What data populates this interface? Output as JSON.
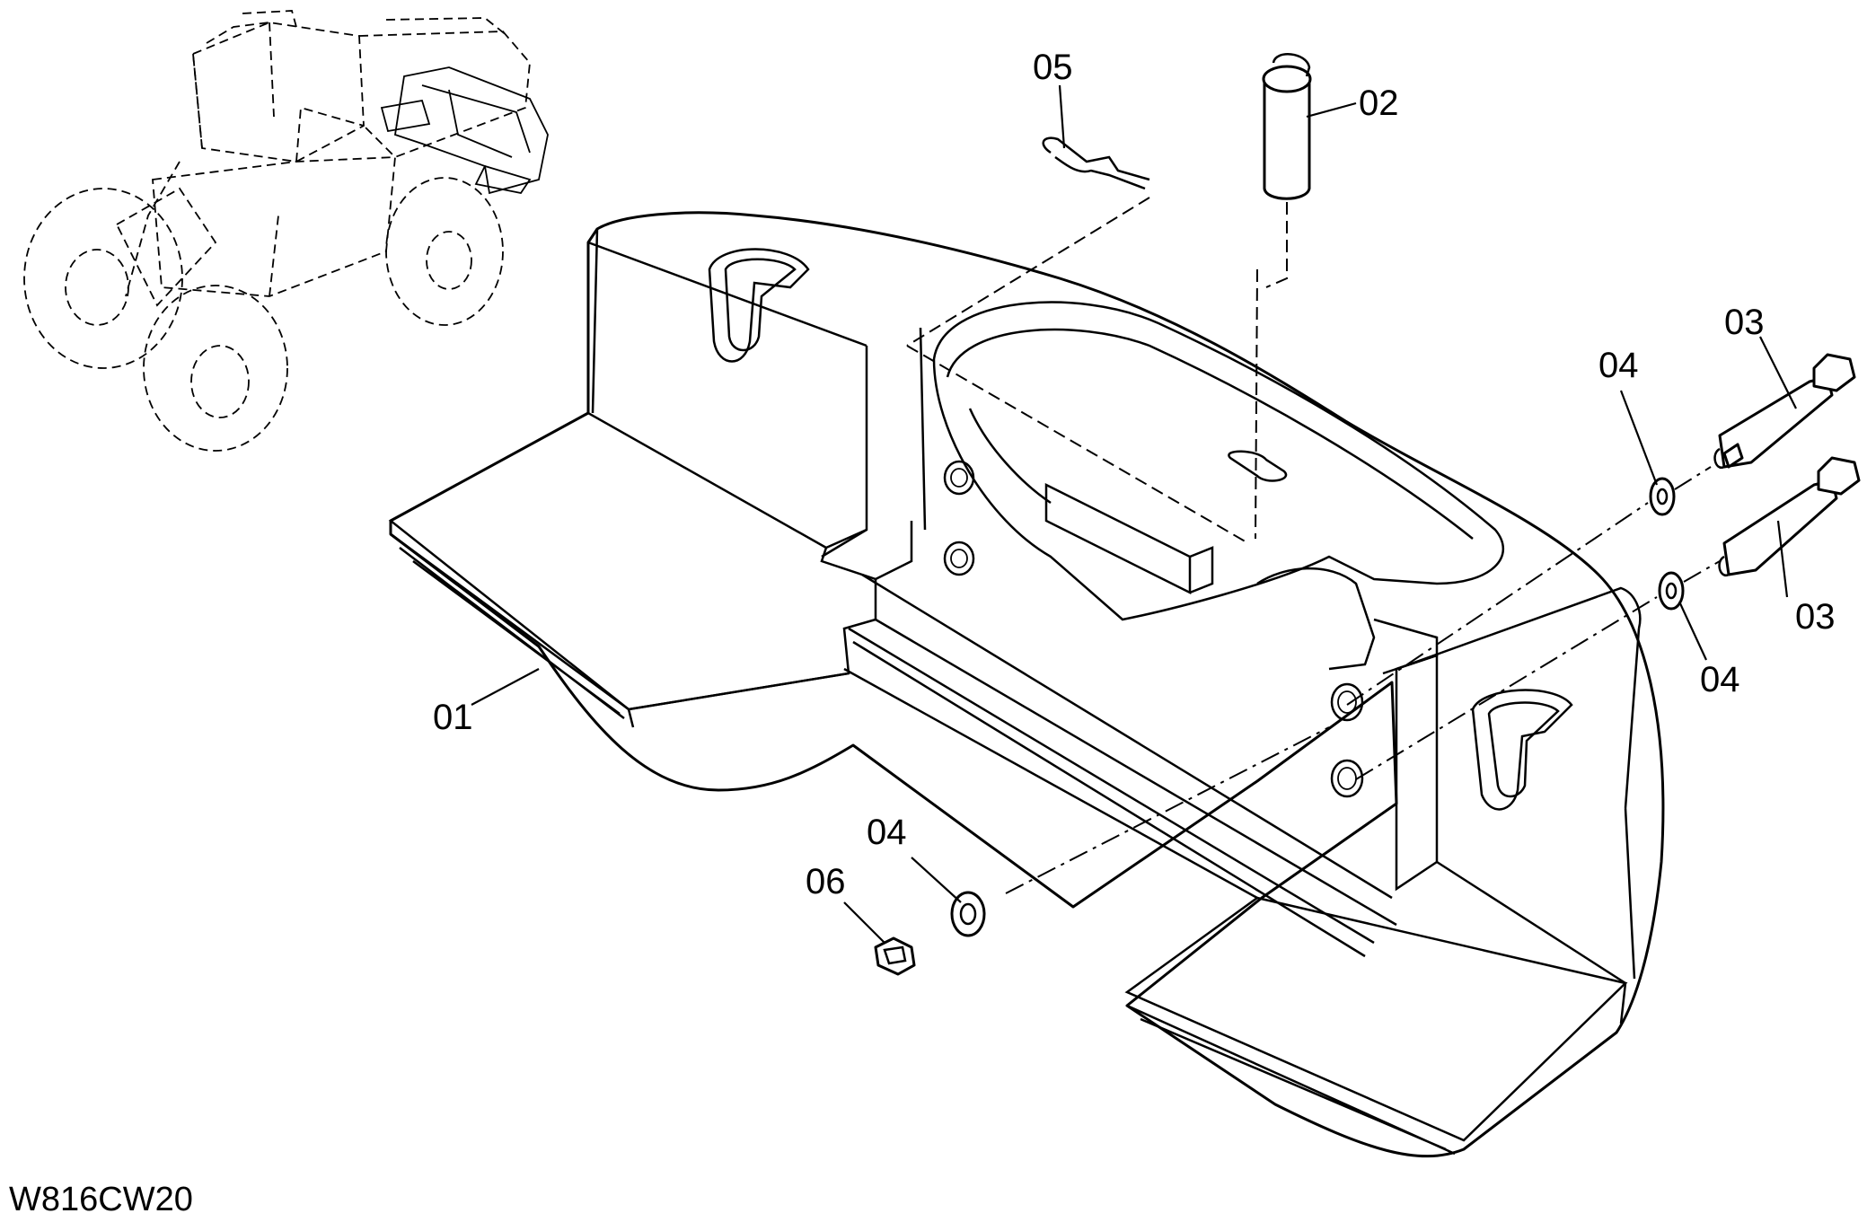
{
  "drawing": {
    "code": "W816CW20"
  },
  "callouts": [
    {
      "id": "01",
      "text": "01",
      "part": "counterweight"
    },
    {
      "id": "02",
      "text": "02",
      "part": "pin"
    },
    {
      "id": "03a",
      "text": "03",
      "part": "bolt"
    },
    {
      "id": "03b",
      "text": "03",
      "part": "bolt"
    },
    {
      "id": "04a",
      "text": "04",
      "part": "washer"
    },
    {
      "id": "04b",
      "text": "04",
      "part": "washer"
    },
    {
      "id": "04c",
      "text": "04",
      "part": "washer"
    },
    {
      "id": "05",
      "text": "05",
      "part": "clip"
    },
    {
      "id": "06",
      "text": "06",
      "part": "nut"
    }
  ]
}
